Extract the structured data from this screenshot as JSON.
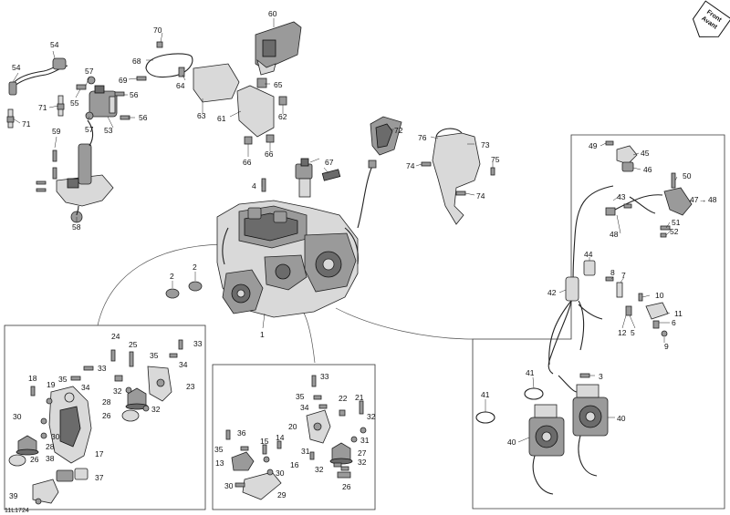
{
  "diagram": {
    "reference_code": "11L1724",
    "front_arrow_text": [
      "Front",
      "Avant"
    ],
    "callouts": {
      "c1": "1",
      "c2a": "2",
      "c2b": "2",
      "c3": "3",
      "c4": "4",
      "c5": "5",
      "c6": "6",
      "c7": "7",
      "c8": "8",
      "c9": "9",
      "c10": "10",
      "c11": "11",
      "c12": "12",
      "c13": "13",
      "c14": "14",
      "c15": "15",
      "c16": "16",
      "c17": "17",
      "c18": "18",
      "c19": "19",
      "c20": "20",
      "c21": "21",
      "c22": "22",
      "c23": "23",
      "c24": "24",
      "c25": "25",
      "c26a": "26",
      "c26b": "26",
      "c26c": "26",
      "c27": "27",
      "c28a": "28",
      "c28b": "28",
      "c29": "29",
      "c30a": "30",
      "c30b": "30",
      "c30c": "30",
      "c30d": "30",
      "c31a": "31",
      "c31b": "31",
      "c32a": "32",
      "c32b": "32",
      "c32c": "32",
      "c32d": "32",
      "c33a": "33",
      "c33b": "33",
      "c33c": "33",
      "c34a": "34",
      "c34b": "34",
      "c34c": "34",
      "c35a": "35",
      "c35b": "35",
      "c35c": "35",
      "c35d": "35",
      "c36": "36",
      "c37": "37",
      "c38": "38",
      "c39": "39",
      "c40a": "40",
      "c40b": "40",
      "c41a": "41",
      "c41b": "41",
      "c42": "42",
      "c43": "43",
      "c44": "44",
      "c45": "45",
      "c46": "46",
      "c47": "47",
      "c48a": "48",
      "c48b": "48",
      "c49": "49",
      "c50": "50",
      "c51": "51",
      "c52": "52",
      "c53": "53",
      "c54a": "54",
      "c54b": "54",
      "c55": "55",
      "c56a": "56",
      "c56b": "56",
      "c57a": "57",
      "c57b": "57",
      "c58": "58",
      "c59": "59",
      "c60": "60",
      "c61": "61",
      "c62": "62",
      "c63": "63",
      "c64": "64",
      "c65": "65",
      "c66a": "66",
      "c66b": "66",
      "c67": "67",
      "c68": "68",
      "c69": "69",
      "c70": "70",
      "c71a": "71",
      "c71b": "71",
      "c72": "72",
      "c73": "73",
      "c74a": "74",
      "c74b": "74",
      "c75": "75",
      "c76": "76"
    }
  }
}
